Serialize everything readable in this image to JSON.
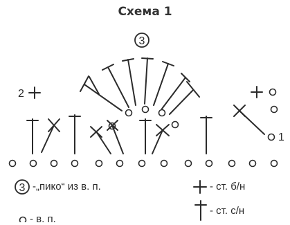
{
  "title": "Схема 1",
  "labels": {
    "picot_number": "3",
    "row_left": "2",
    "row_right_number": "1"
  },
  "legend": {
    "picot": {
      "symbol": "3",
      "text": "-„пико“ из в. п."
    },
    "chain": {
      "text": "- в. п."
    },
    "sc": {
      "text": "- ст. б/н"
    },
    "dc": {
      "text": "- ст. с/н"
    }
  }
}
